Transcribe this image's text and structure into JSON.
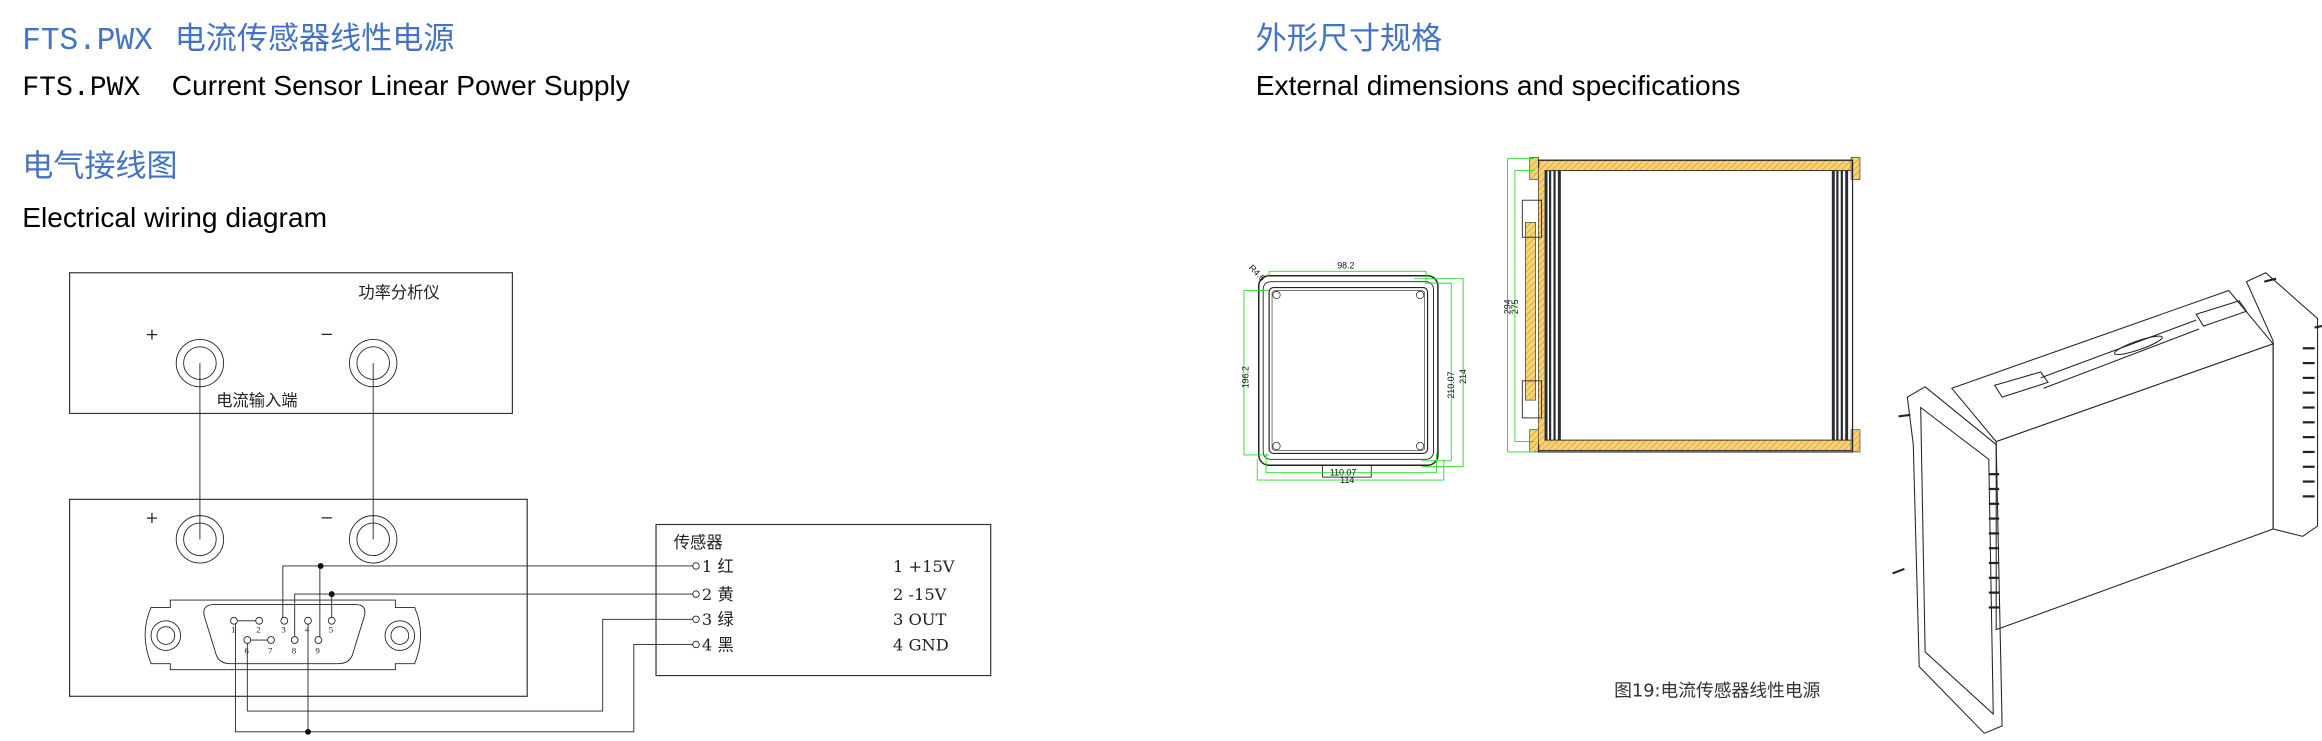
{
  "header": {
    "title_cn_prefix": "FTS.PWX",
    "title_cn": "电流传感器线性电源",
    "title_en_prefix": "FTS.PWX",
    "title_en": "Current Sensor Linear Power Supply"
  },
  "wiring": {
    "heading_cn": "电气接线图",
    "heading_en": "Electrical wiring diagram",
    "analyzer_label": "功率分析仪",
    "current_input_label": "电流输入端",
    "plus": "+",
    "minus": "−",
    "pins_top": [
      "1",
      "2",
      "3",
      "4",
      "5"
    ],
    "pins_bottom": [
      "6",
      "7",
      "8",
      "9"
    ],
    "sensor": {
      "title": "传感器",
      "terminals": [
        {
          "label": "1 红",
          "function": "1  +15V"
        },
        {
          "label": "2 黄",
          "function": "2  -15V"
        },
        {
          "label": "3 绿",
          "function": "3  OUT"
        },
        {
          "label": "4 黑",
          "function": "4  GND"
        }
      ]
    }
  },
  "dimensions": {
    "heading_cn": "外形尺寸规格",
    "heading_en": "External dimensions and specifications",
    "front_view": {
      "width_top": "98.2",
      "height_left": "196.2",
      "height_inner": "210.07",
      "height_outer": "214",
      "width_inner": "110.07",
      "width_outer": "114",
      "radius": "R4.6"
    },
    "side_view": {
      "length_outer": "294",
      "length_inner": "275"
    },
    "caption": "图19:电流传感器线性电源"
  },
  "colors": {
    "heading_blue": "#4472C4",
    "dimension_green": "#22DD22",
    "hatch_yellow": "#F2C14E"
  }
}
